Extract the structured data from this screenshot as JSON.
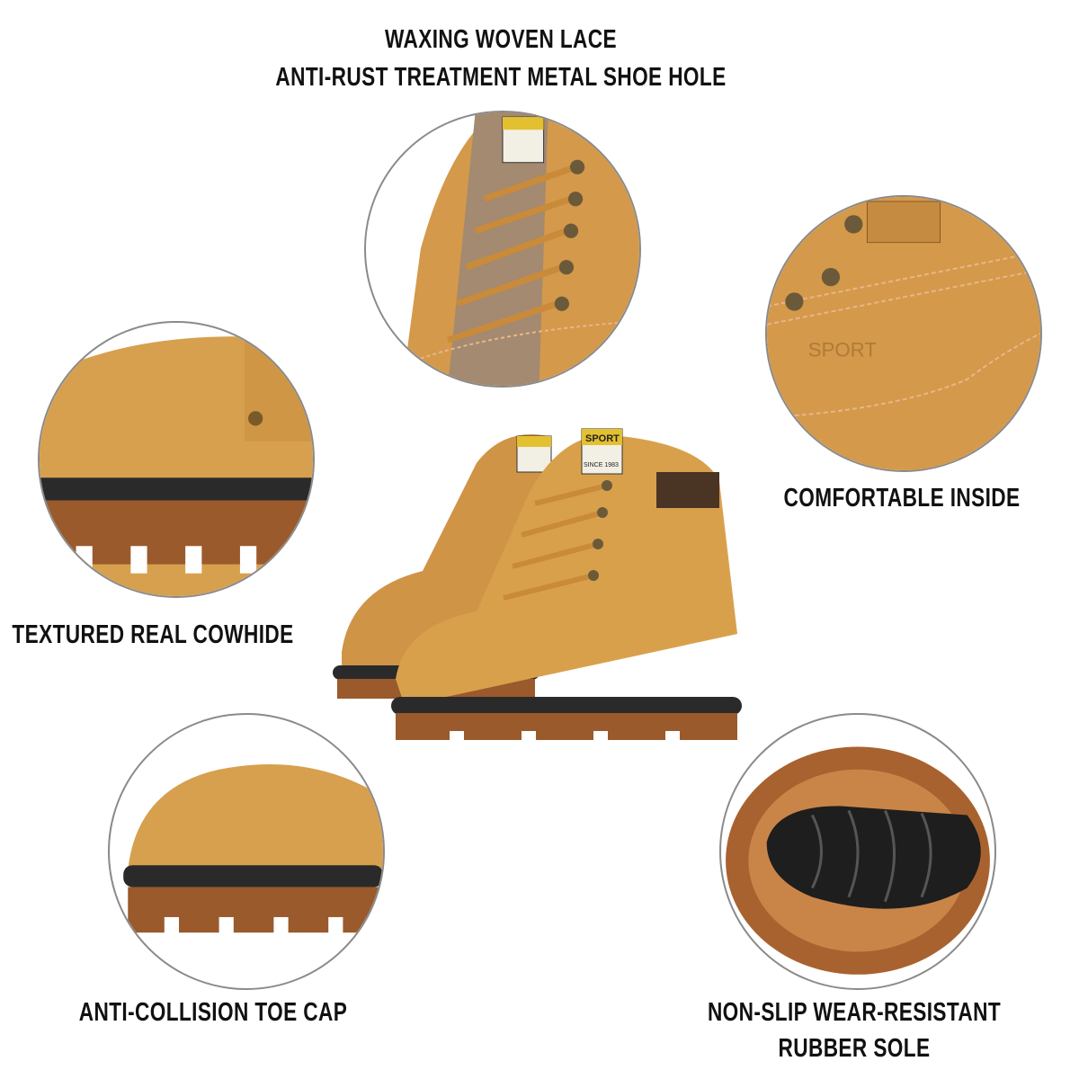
{
  "captions": {
    "lace_line1": "WAXING WOVEN LACE",
    "lace_line2": "ANTI-RUST TREATMENT METAL SHOE HOLE",
    "inside": "COMFORTABLE INSIDE",
    "cowhide": "TEXTURED REAL COWHIDE",
    "toe": "ANTI-COLLISION TOE CAP",
    "sole_line1": "NON-SLIP WEAR-RESISTANT",
    "sole_line2": "RUBBER SOLE"
  },
  "badge": {
    "brand": "SPORT",
    "since": "SINCE 1983"
  },
  "colors": {
    "leather": "#d9a04c",
    "sole": "#9a5a2c",
    "welt": "#2a2a2a",
    "border": "#8a8a8a"
  }
}
